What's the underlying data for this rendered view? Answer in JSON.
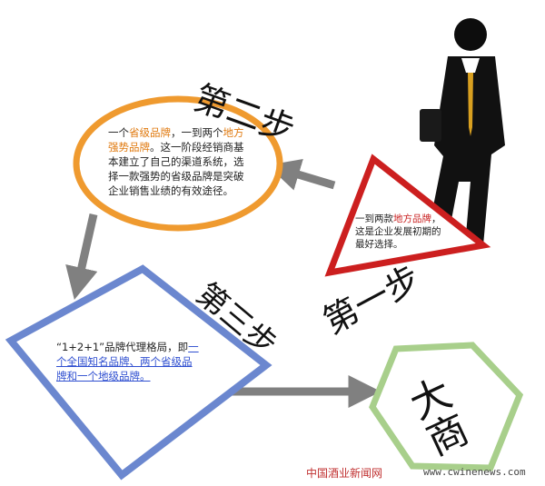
{
  "step1": {
    "heading": "第一步",
    "text_pre": "一到两款",
    "text_highlight": "地方品牌",
    "text_post": "，这是企业发展初期的最好选择。"
  },
  "step2": {
    "heading": "第二步",
    "text_a": "一个",
    "text_b": "省级品牌",
    "text_c": "，一到两个",
    "text_d": "地方强势品牌",
    "text_e": "。这一阶段经销商基本建立了自己的渠道系统，选择一款强势的省级品牌是突破企业销售业绩的有效途径。"
  },
  "step3": {
    "heading": "第三步",
    "text_pre": "“1+2+1”品牌代理格局，即",
    "text_highlight": "一个全国知名品牌、两个省级品牌和一个地级品牌。"
  },
  "final": {
    "label": "大商"
  },
  "watermark": {
    "cn": "中国酒业新闻网",
    "url": "www.cwinenews.com"
  },
  "colors": {
    "triangle": "#cc1f1f",
    "circle": "#ef9a2f",
    "diamond": "#6b87cf",
    "hexagon": "#a8cf8b",
    "arrow": "#808080"
  }
}
